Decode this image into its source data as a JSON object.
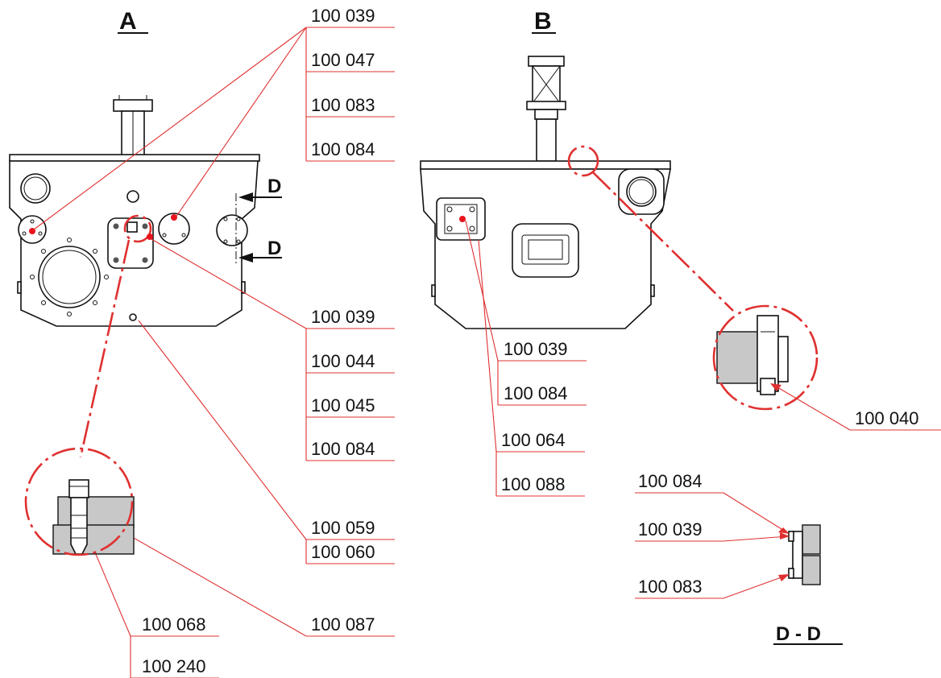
{
  "views": {
    "a": "A",
    "b": "B",
    "section_mark": "D",
    "section_title": "D - D"
  },
  "labels": {
    "a_top": [
      "100 039",
      "100 047",
      "100 083",
      "100 084"
    ],
    "a_mid": [
      "100 039",
      "100 044",
      "100 045",
      "100 084"
    ],
    "a_low": [
      "100 059",
      "100 060"
    ],
    "a_bolt": [
      "100 068",
      "100 240"
    ],
    "a_bolt_right": "100 087",
    "b_plate": [
      "100 039",
      "100 084"
    ],
    "b_plate_low": [
      "100 064",
      "100 088"
    ],
    "b_detail": "100 040",
    "section": [
      "100 084",
      "100 039",
      "100 083"
    ]
  },
  "colors": {
    "leader": "#e03030",
    "marker": "#e8141c",
    "outline": "#111111",
    "hatch": "#c8c8c8"
  }
}
